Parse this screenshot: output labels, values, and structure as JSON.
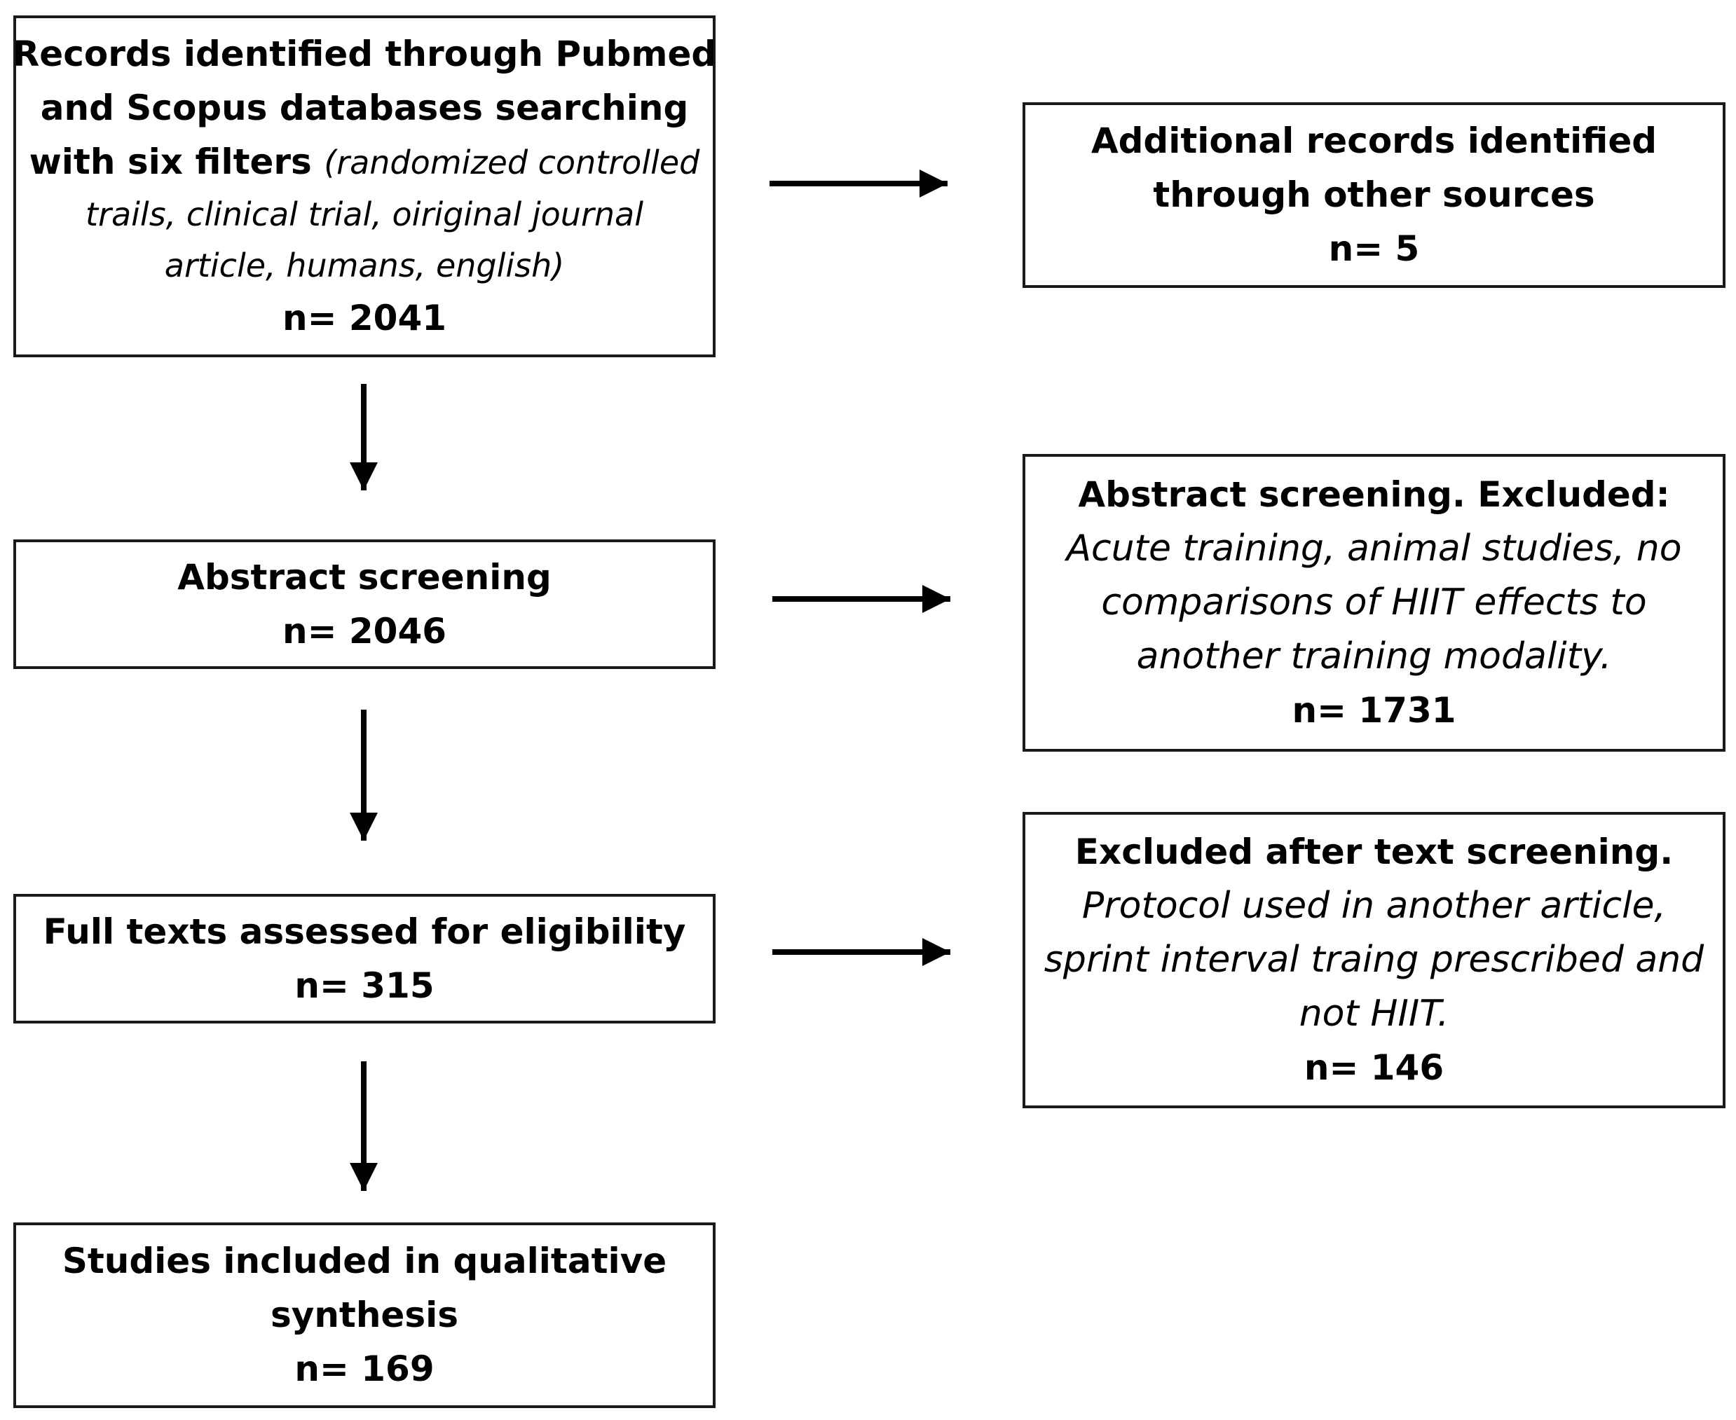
{
  "records": {
    "title_lines": [
      "Records identified through Pubmed",
      "and Scopus databases searching"
    ],
    "filters_prefix": "with six filters ",
    "filters_lines": [
      "(randomized controlled",
      "trails, clinical trial, oiriginal journal",
      "article, humans, english)"
    ],
    "count": "n= 2041"
  },
  "additional": {
    "title_lines": [
      "Additional records identified",
      "through other sources"
    ],
    "count": "n= 5"
  },
  "abstract": {
    "title": "Abstract screening",
    "count": "n= 2046"
  },
  "abstract_excluded": {
    "title": "Abstract screening. Excluded:",
    "reason_lines": [
      "Acute training, animal studies, no",
      "comparisons of HIIT effects to",
      "another training modality."
    ],
    "count": "n= 1731"
  },
  "fulltext": {
    "title": "Full texts assessed for eligibility",
    "count": "n= 315"
  },
  "fulltext_excluded": {
    "title": "Excluded after text screening.",
    "reason_lines": [
      "Protocol used in another article,",
      "sprint interval traing prescribed and",
      "not HIIT."
    ],
    "count": "n= 146"
  },
  "included": {
    "title_lines": [
      "Studies included in qualitative",
      "synthesis"
    ],
    "count": "n= 169"
  }
}
